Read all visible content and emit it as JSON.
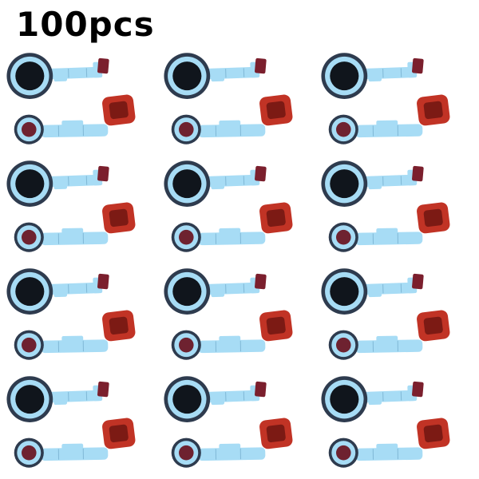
{
  "title": "100pcs",
  "grid": {
    "rows": 4,
    "columns": 3,
    "item_count": 12,
    "item_description": "camera-lens-adhesive-sticker-set"
  },
  "colors": {
    "background": "#ffffff",
    "title_color": "#000000",
    "light_blue": "#a7dcf5",
    "dark_navy": "#2e3b4e",
    "black_center": "#10151c",
    "maroon": "#6e2230",
    "tab_maroon": "#7b1f2d",
    "red": "#c13325",
    "dark_red_inner": "#7c1a14"
  }
}
